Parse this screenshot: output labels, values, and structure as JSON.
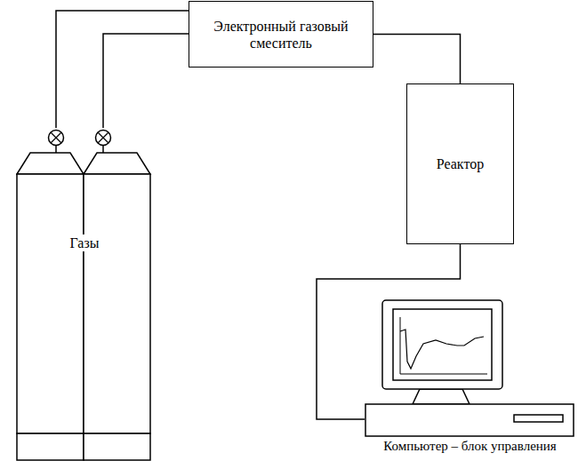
{
  "diagram": {
    "nodes": [
      {
        "text": [
          "Электронный газовый смеситель"
        ]
      },
      {
        "text": [
          "Газы"
        ]
      },
      {
        "text": [
          "Реактор"
        ]
      },
      {
        "text": [
          "Компьютер – блок управления"
        ]
      }
    ],
    "edges": [
      {
        "from": 1,
        "to": 0,
        "arrow": "none"
      },
      {
        "from": 1,
        "to": 0,
        "arrow": "none"
      },
      {
        "from": 0,
        "to": 2,
        "arrow": "none"
      },
      {
        "from": 2,
        "to": 3,
        "arrow": "none"
      }
    ]
  }
}
